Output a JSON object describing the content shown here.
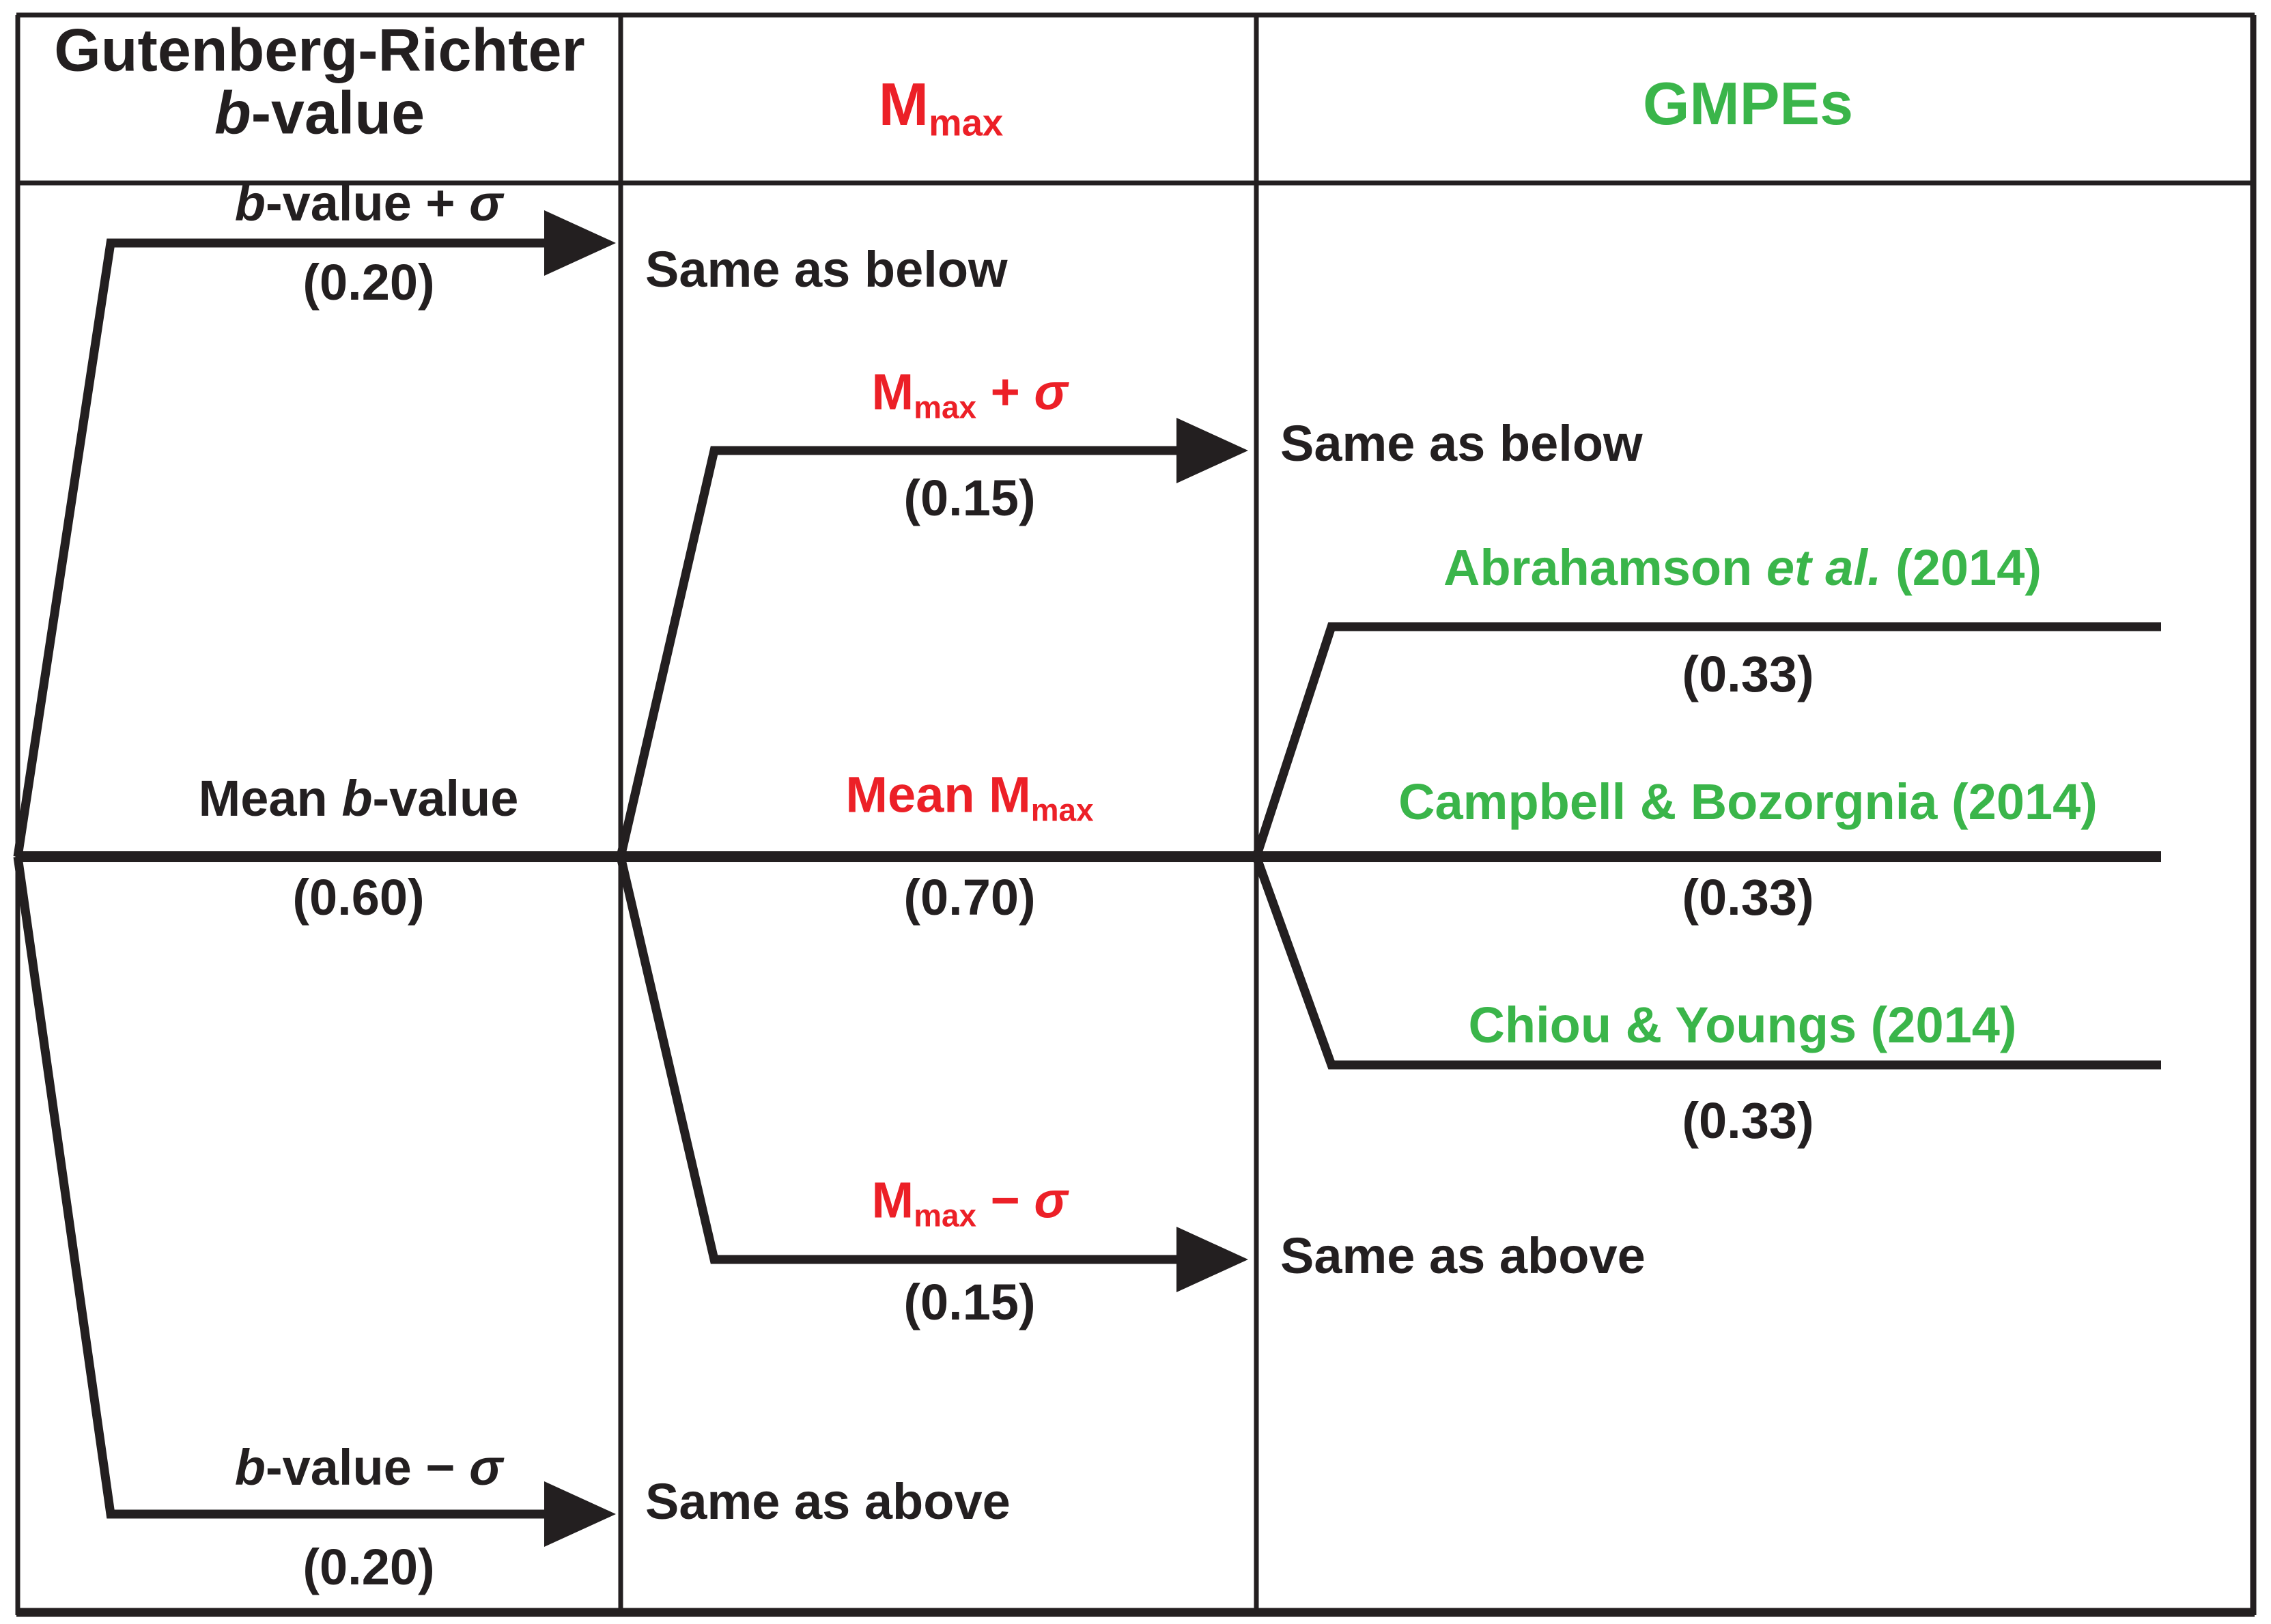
{
  "colors": {
    "ink": "#231F20",
    "red": "#EC2027",
    "green": "#3AB54A",
    "line": "#231F20",
    "bg": "#FFFFFF"
  },
  "header": {
    "col1_line1": "Gutenberg-Richter",
    "col1_b": "b",
    "col1_rest": "-value",
    "col2_M": "M",
    "col2_sub": "max",
    "col3": "GMPEs"
  },
  "tree": {
    "bvalue": {
      "plus": {
        "b": "b",
        "rest": "-value + ",
        "sigma": "σ",
        "weight": "(0.20)"
      },
      "mean": {
        "pre": "Mean ",
        "b": "b",
        "rest": "-value",
        "weight": "(0.60)"
      },
      "minus": {
        "b": "b",
        "rest": "-value − ",
        "sigma": "σ",
        "weight": "(0.20)"
      }
    },
    "mmax": {
      "same_below": "Same as below",
      "plus": {
        "M": "M",
        "sub": "max",
        "op": " + ",
        "sigma": "σ",
        "weight": "(0.15)"
      },
      "mean": {
        "pre": "Mean M",
        "sub": "max",
        "weight": "(0.70)"
      },
      "minus": {
        "M": "M",
        "sub": "max",
        "op": " − ",
        "sigma": "σ",
        "weight": "(0.15)"
      },
      "same_above": "Same as above"
    },
    "gmpe": {
      "same_below": "Same as below",
      "models": [
        {
          "pre": "Abrahamson ",
          "italic": "et al.",
          "post": " (2014)",
          "weight": "(0.33)"
        },
        {
          "pre": "Campbell & Bozorgnia (2014)",
          "italic": "",
          "post": "",
          "weight": "(0.33)"
        },
        {
          "pre": "Chiou & Youngs (2014)",
          "italic": "",
          "post": "",
          "weight": "(0.33)"
        }
      ],
      "same_above": "Same as above"
    }
  }
}
